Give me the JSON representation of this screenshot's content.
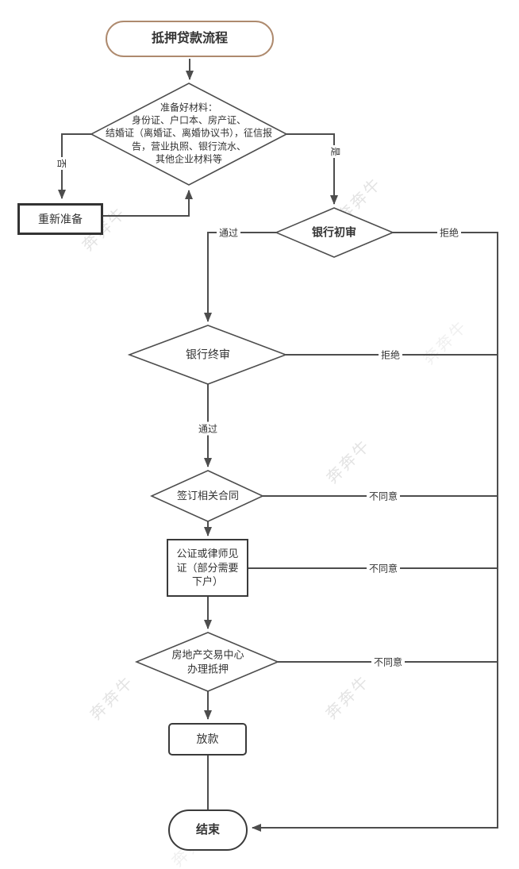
{
  "flowchart": {
    "nodes": {
      "start": {
        "type": "terminator",
        "label": "抵押贷款流程"
      },
      "prepare_materials": {
        "type": "decision",
        "label": "准备好材料：\n身份证、户口本、房产证、\n结婚证（离婚证、离婚协议书），征信报\n告，营业执照、银行流水、\n其他企业材料等"
      },
      "re_prepare": {
        "type": "process",
        "label": "重新准备"
      },
      "bank_initial_review": {
        "type": "decision",
        "label": "银行初审"
      },
      "bank_final_review": {
        "type": "decision",
        "label": "银行终审"
      },
      "sign_contracts": {
        "type": "decision",
        "label": "签订相关合同"
      },
      "notarization": {
        "type": "process",
        "label": "公证或律师见\n证（部分需要\n下户）"
      },
      "mortgage_registration": {
        "type": "decision",
        "label": "房地产交易中心\n办理抵押"
      },
      "loan_disbursement": {
        "type": "process",
        "label": "放款"
      },
      "end": {
        "type": "terminator",
        "label": "结束"
      }
    },
    "edge_labels": {
      "no": "否",
      "yes": "是",
      "pass_initial": "通过",
      "reject_initial": "拒绝",
      "pass_final": "通过",
      "reject_final": "拒绝",
      "disagree_contract": "不同意",
      "disagree_notary": "不同意",
      "disagree_mortgage": "不同意"
    },
    "colors": {
      "line": "#4d4d4d",
      "node_border": "#333333",
      "title_border": "#ae8a6e",
      "text": "#333333",
      "watermark": "#e3e3e3"
    }
  },
  "watermark": {
    "text": "奔奔牛"
  }
}
